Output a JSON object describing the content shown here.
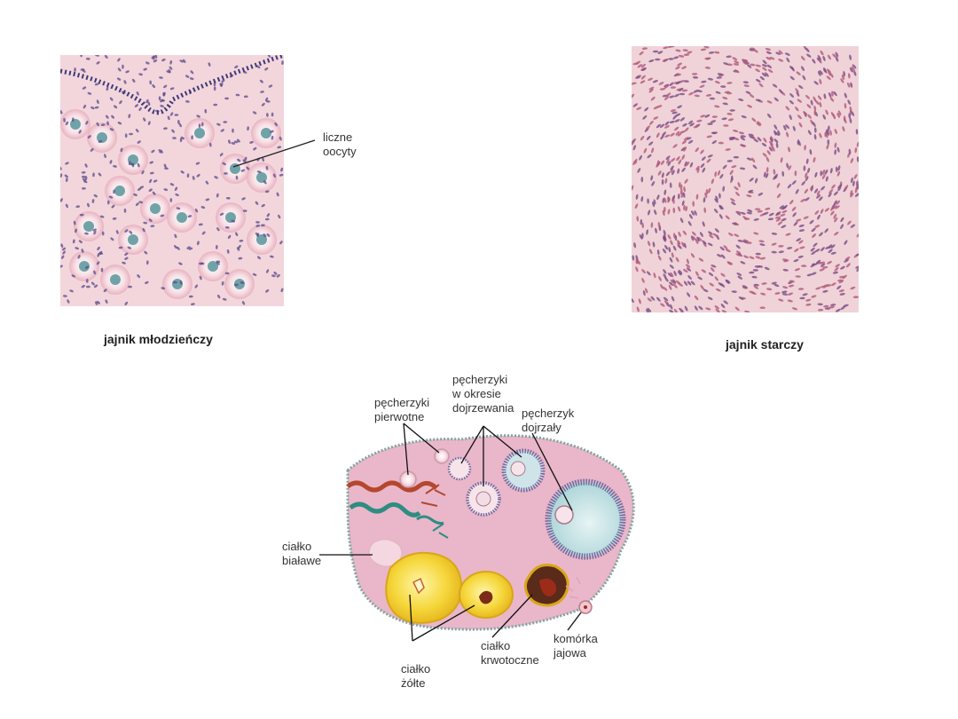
{
  "panels": {
    "young": {
      "caption": "jajnik młodzieńczy",
      "callout": [
        "liczne",
        "oocyty"
      ]
    },
    "old": {
      "caption": "jajnik starczy"
    }
  },
  "ovary": {
    "labels": {
      "primordial": [
        "pęcherzyki",
        "pierwotne"
      ],
      "maturing": [
        "pęcherzyki",
        "w okresie",
        "dojrzewania"
      ],
      "mature": [
        "pęcherzyk",
        "dojrzały"
      ],
      "albicans": [
        "ciałko",
        "białawe"
      ],
      "luteum": [
        "ciałko",
        "żółte"
      ],
      "hemorrhagicum": [
        "ciałko",
        "krwotoczne"
      ],
      "ovum": [
        "komórka",
        "jajowa"
      ]
    }
  },
  "colors": {
    "tissue_pink": "#f1cfd6",
    "nucleus_purple": "#5a4a8a",
    "oocyte_teal": "#6fa3a8",
    "ovary_body": "#e9b7c9",
    "corpus_luteum_yellow": "#f5d63a",
    "hemorrhagic_red": "#8a2a1a"
  }
}
